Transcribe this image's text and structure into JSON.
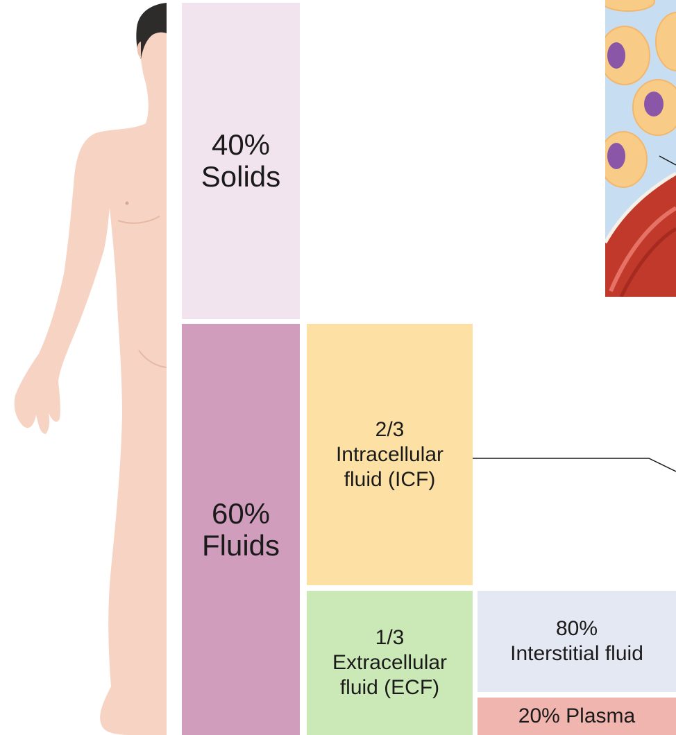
{
  "colors": {
    "solids": "#f2e4ee",
    "fluids": "#d19dbd",
    "icf": "#fde1a4",
    "ecf": "#cbe9b7",
    "interstitial": "#e4e8f2",
    "plasma": "#f1b5b0",
    "skin": "#f6d3c2",
    "hair": "#2e2b2b",
    "cell_fill": "#f8cc86",
    "cell_nucleus": "#8a56a8",
    "interstitial_bg": "#c7def2",
    "vessel": "#c0392b"
  },
  "blocks": {
    "solids": {
      "percent": "40%",
      "label": "Solids"
    },
    "fluids": {
      "percent": "60%",
      "label": "Fluids"
    },
    "icf": {
      "fraction": "2/3",
      "line1": "Intracellular",
      "line2": "fluid (ICF)"
    },
    "ecf": {
      "fraction": "1/3",
      "line1": "Extracellular",
      "line2": "fluid (ECF)"
    },
    "interstitial": {
      "percent": "80%",
      "label": "Interstitial fluid"
    },
    "plasma": {
      "label": "20% Plasma"
    }
  },
  "icons": {
    "body": "human-body-icon",
    "inset": "tissue-cells-icon"
  }
}
